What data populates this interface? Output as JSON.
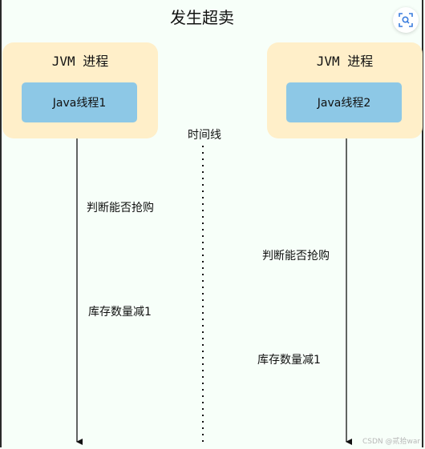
{
  "title": "发生超卖",
  "processes": [
    {
      "label": "JVM 进程",
      "thread": "Java线程1"
    },
    {
      "label": "JVM 进程",
      "thread": "Java线程2"
    }
  ],
  "timeline_label": "时间线",
  "steps_thread1": [
    "判断能否抢购",
    "库存数量减1"
  ],
  "steps_thread2": [
    "判断能否抢购",
    "库存数量减1"
  ],
  "watermark": "CSDN @贰拾war",
  "icons": {
    "lens": "scan-lens-icon"
  },
  "colors": {
    "process_bg": "#ffefc9",
    "thread_bg": "#8dc8e6",
    "page_bg": "#f7fff9"
  }
}
